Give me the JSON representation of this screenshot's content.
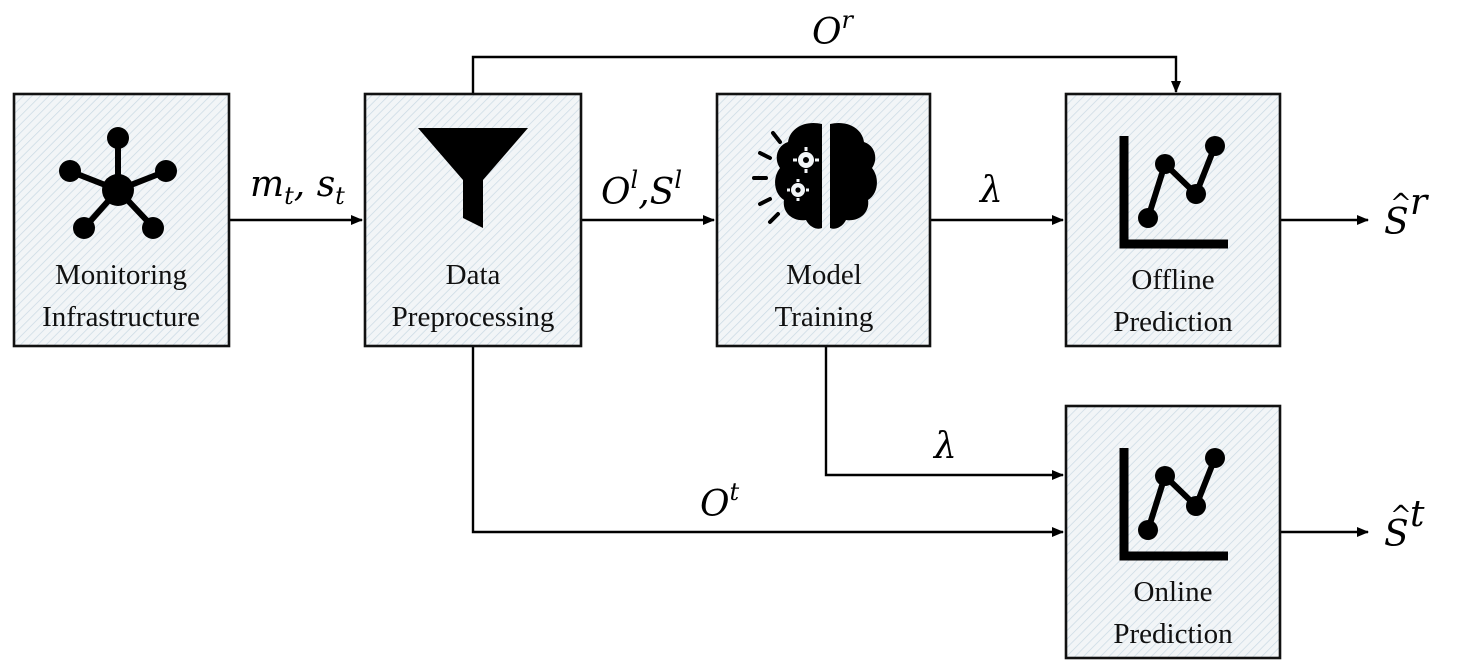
{
  "nodes": {
    "monitoring": {
      "line1": "Monitoring",
      "line2": "Infrastructure",
      "icon": "network-hub-icon"
    },
    "preprocessing": {
      "line1": "Data",
      "line2": "Preprocessing",
      "icon": "funnel-icon"
    },
    "training": {
      "line1": "Model",
      "line2": "Training",
      "icon": "brain-gears-icon"
    },
    "offline": {
      "line1": "Offline",
      "line2": "Prediction",
      "icon": "line-chart-icon"
    },
    "online": {
      "line1": "Online",
      "line2": "Prediction",
      "icon": "line-chart-icon"
    }
  },
  "edges": {
    "monitoring_to_preprocessing": {
      "m": "m",
      "m_sub": "t",
      "sep": ", ",
      "s": "s",
      "s_sub": "t"
    },
    "preprocessing_to_training": {
      "o": "O",
      "o_sup": "l",
      "sep": ",",
      "s": "S",
      "s_sup": "l"
    },
    "preprocessing_to_offline": {
      "base": "O",
      "sup": "r"
    },
    "training_to_offline": {
      "label": "λ"
    },
    "training_to_online": {
      "label": "λ"
    },
    "preprocessing_to_online": {
      "base": "O",
      "sup": "t"
    }
  },
  "outputs": {
    "offline": {
      "base": "S",
      "hat": "^",
      "sup": "r"
    },
    "online": {
      "base": "S",
      "hat": "^",
      "sup": "t"
    }
  },
  "colors": {
    "box_border": "#111111",
    "box_fill": "#f2f5f7",
    "hatch": "#c9d9e3",
    "line": "#000000"
  }
}
